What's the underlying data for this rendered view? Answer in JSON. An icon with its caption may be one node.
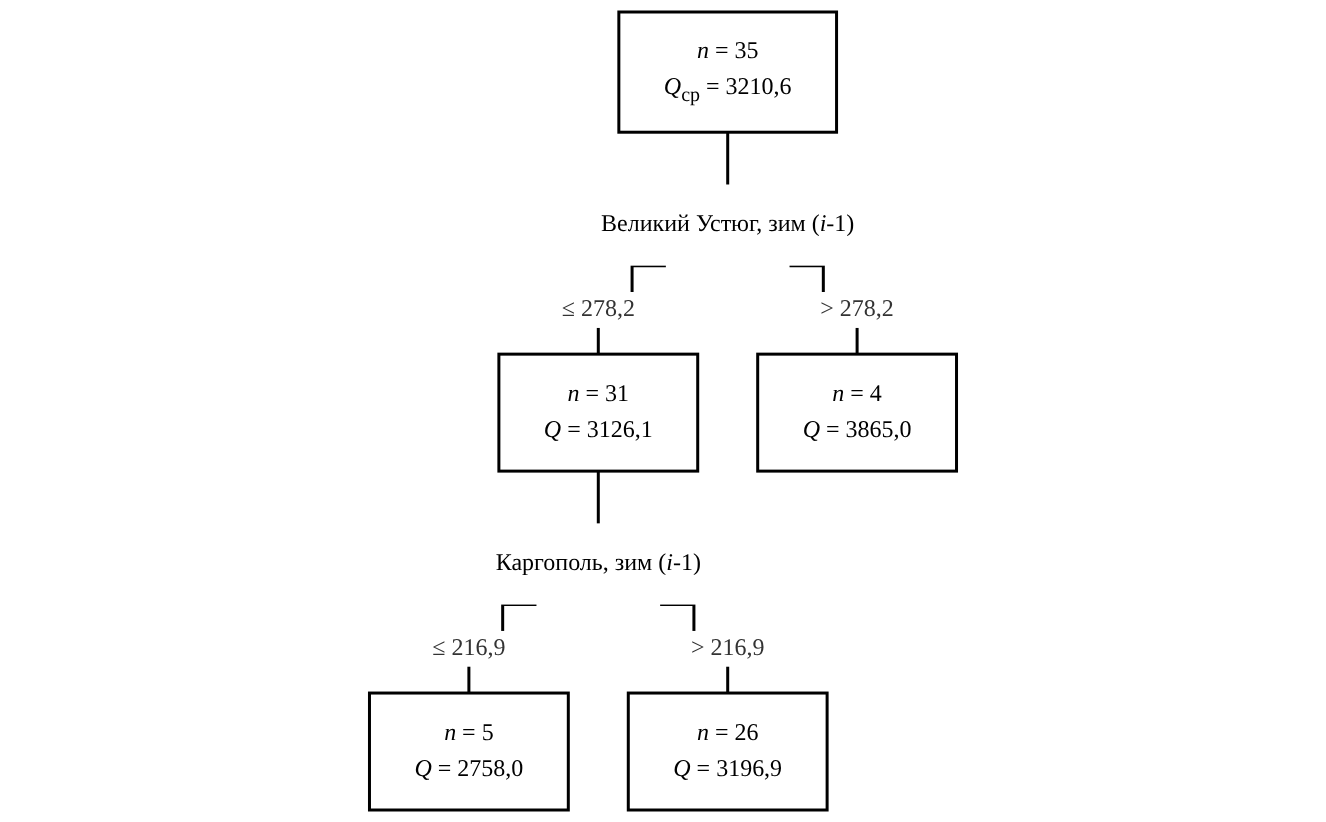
{
  "diagram": {
    "nodes": [
      {
        "text": [
          "*n* = 35",
          "*Q*$_{ср}$ = 3210,6"
        ]
      },
      {
        "text": [
          "Великий Устюг, зим (*i*-1)"
        ]
      },
      {
        "text": [
          "*n* = 31",
          "*Q* = 3126,1"
        ]
      },
      {
        "text": [
          "*n* = 4",
          "*Q* = 3865,0"
        ]
      },
      {
        "text": [
          "Каргополь, зим (*i*-1)"
        ]
      },
      {
        "text": [
          "*n* = 5",
          "*Q* = 2758,0"
        ]
      },
      {
        "text": [
          "*n* = 26",
          "*Q* = 3196,9"
        ]
      }
    ],
    "edges": [
      {
        "from": 0,
        "to": 1,
        "arrow": "none"
      },
      {
        "from": 1,
        "to": 2,
        "arrow": "none",
        "label": "≤ 278,2"
      },
      {
        "from": 1,
        "to": 3,
        "arrow": "none",
        "label": "> 278,2"
      },
      {
        "from": 2,
        "to": 4,
        "arrow": "none"
      },
      {
        "from": 4,
        "to": 5,
        "arrow": "none",
        "label": "≤ 216,9"
      },
      {
        "from": 4,
        "to": 6,
        "arrow": "none",
        "label": "> 216,9"
      }
    ]
  }
}
